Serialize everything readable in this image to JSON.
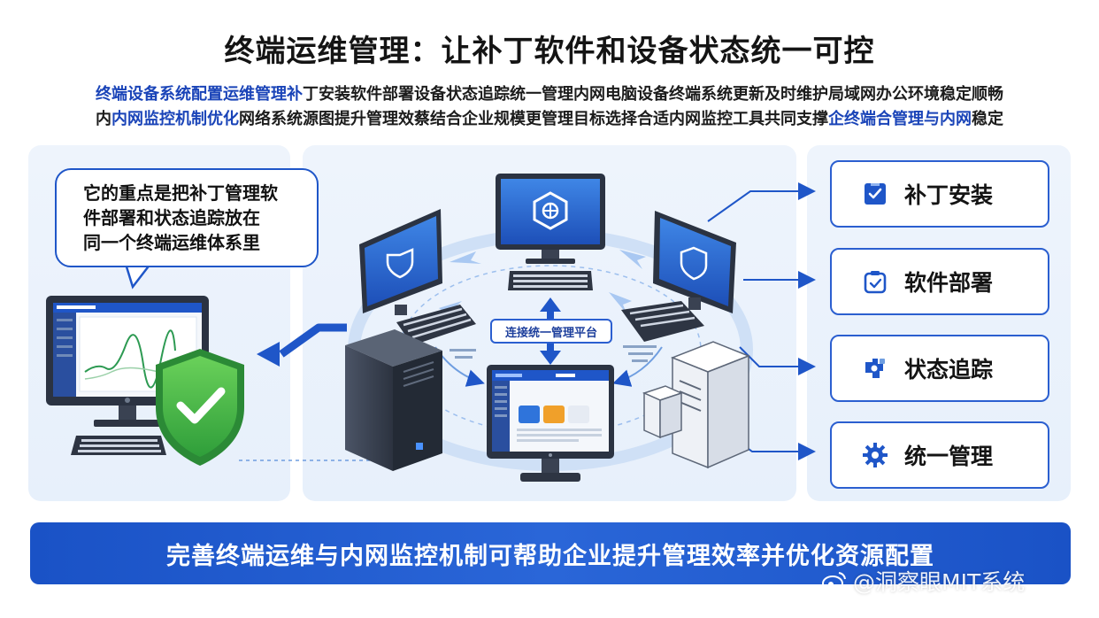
{
  "title": "终端运维管理：让补丁软件和设备状态统一可控",
  "intro": {
    "line1_hl": "终端设备系统配置运维管理补",
    "line1_rest": "丁安装软件部署设备状态追踪统一管理内网电脑设备终端系统更新及时维护局域网办公环境稳定顺畅",
    "line2_pre": "内",
    "line2_hl1": "内网监控机制优化",
    "line2_mid": "网络系统源图提升管理效蔡结合企业规模更管理目标选择合适内网监控工具共同支撑",
    "line2_hl2": "企终端合管理与内网",
    "line2_post": "稳定"
  },
  "bubble": {
    "line1": "它的重点是把补丁管理软",
    "line2": "件部署和状态追踪放在",
    "line3": "同一个终端运维体系里"
  },
  "hub_label": "连接统一管理平台",
  "features": [
    {
      "label": "补丁安装",
      "icon": "patch-check-icon"
    },
    {
      "label": "软件部署",
      "icon": "package-icon"
    },
    {
      "label": "状态追踪",
      "icon": "tracking-icon"
    },
    {
      "label": "统一管理",
      "icon": "gear-icon"
    }
  ],
  "banner": "完善终端运维与内网监控机制可帮助企业提升管理效率并优化资源配置",
  "watermark": "@洞察眼MIT系统",
  "colors": {
    "primary_blue": "#1f56c8",
    "highlight_text": "#1a44b8",
    "shield_green": "#3cb043",
    "panel_bg": "#eaf2fc"
  }
}
